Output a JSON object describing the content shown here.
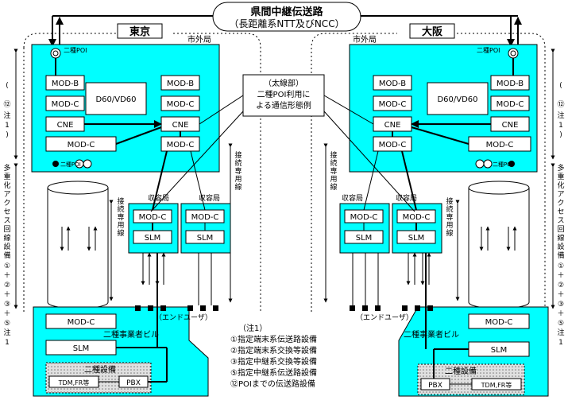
{
  "route": {
    "title": "県間中継伝送路",
    "subtitle": "（長距離系NTT及びNCC）"
  },
  "tokyo": {
    "label": "東京"
  },
  "osaka": {
    "label": "大阪"
  },
  "labels": {
    "shigaikyoku": "市外局",
    "poi2": "二種POI",
    "poi2_short": "二種POI",
    "mod_b": "MOD-B",
    "mod_c": "MOD-C",
    "d60": "D60/VD60",
    "cne": "CNE",
    "shuyokyoku": "収容局",
    "slm": "SLM",
    "setsuzoku": "接続専用線",
    "enduser": "（エンドユーザ）",
    "building": "二種事業者ビル",
    "equipment": "二種設備",
    "tdm": "TDM,FR等",
    "pbx": "PBX"
  },
  "callout": {
    "line1": "（太線部）",
    "line2": "二種POI利用に",
    "line3": "よる通信形態例"
  },
  "side": {
    "left_note": [
      "(",
      "⑫",
      "注",
      "1",
      ")"
    ],
    "left_multi": "多重化アクセス回線設備（①＋②＋③＋⑤注1）",
    "right_note": [
      "(",
      "⑫",
      "注",
      "1",
      ")"
    ],
    "right_multi": "多重化アクセス回線設備（①＋②＋③＋⑤注1）"
  },
  "notes": {
    "title": "（注1）",
    "items": [
      "①指定端末系伝送路設備",
      "②指定端末系交換等設備",
      "③指定中継系交換等設備",
      "⑤指定中継系伝送路設備",
      "⑫POIまでの伝送路設備"
    ]
  }
}
